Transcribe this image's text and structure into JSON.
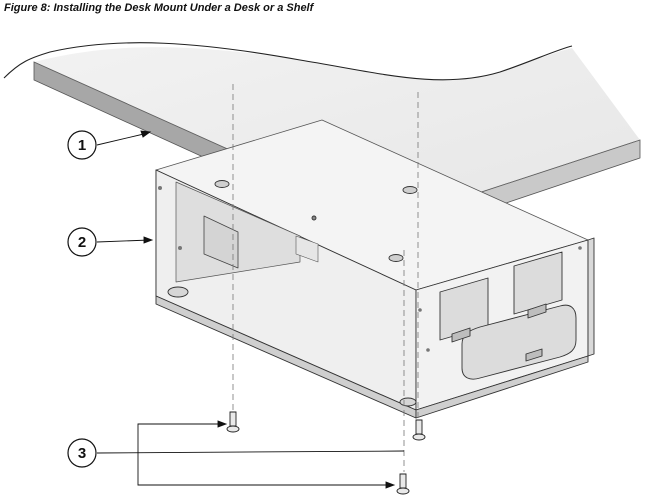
{
  "figure": {
    "caption": "Figure 8: Installing the Desk Mount Under a Desk or a Shelf",
    "callouts": [
      {
        "number": "1",
        "target": "desk or shelf"
      },
      {
        "number": "2",
        "target": "desk mount bracket"
      },
      {
        "number": "3",
        "target": "screws"
      }
    ]
  }
}
